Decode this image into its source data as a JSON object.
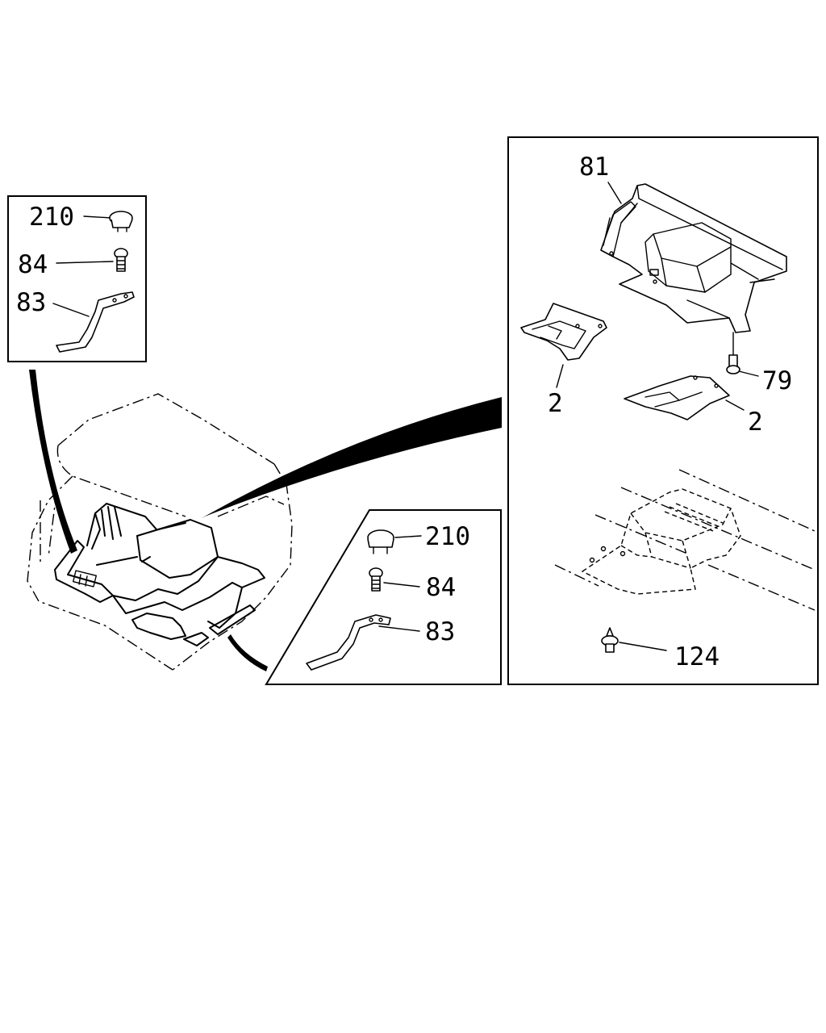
{
  "callouts": {
    "left_inset": {
      "c210": "210",
      "c84": "84",
      "c83": "83"
    },
    "right_inset": {
      "c210": "210",
      "c84": "84",
      "c83": "83"
    },
    "main_panel": {
      "c81": "81",
      "c2_left": "2",
      "c2_right": "2",
      "c79": "79",
      "c124": "124"
    }
  }
}
